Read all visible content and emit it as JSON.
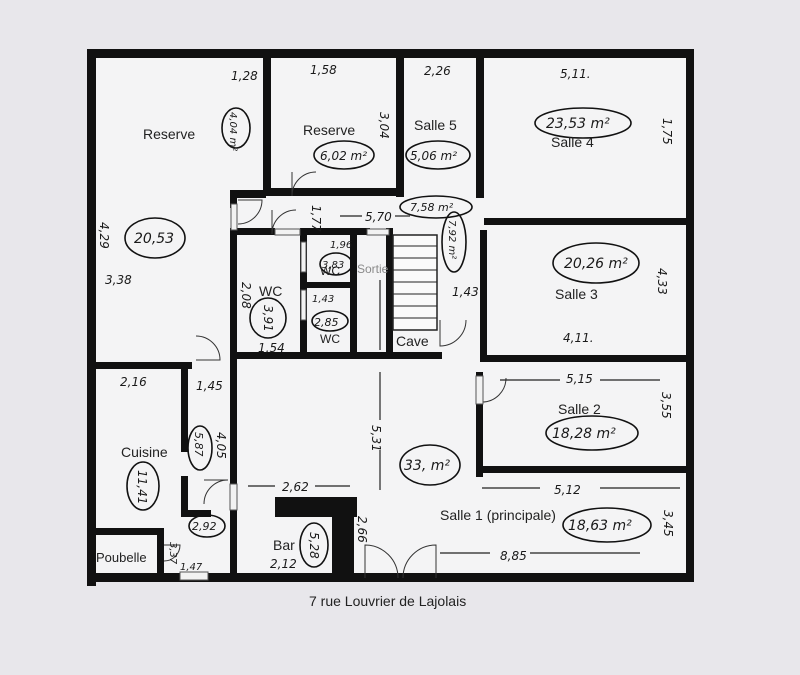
{
  "rooms": {
    "reserve_left": "Reserve",
    "reserve_mid": "Reserve",
    "salle5": "Salle 5",
    "salle4": "Salle 4",
    "wc_top": "WC",
    "sortie": "Sortie",
    "wc_left": "WC",
    "wc_small": "WC",
    "cave": "Cave",
    "salle3": "Salle 3",
    "salle2": "Salle 2",
    "cuisine": "Cuisine",
    "bar": "Bar",
    "salle1": "Salle 1 (principale)",
    "poubelle": "Poubelle"
  },
  "dimensions": {
    "d1": "1,28",
    "d2": "1,58",
    "d3": "2,26",
    "d4": "5,11.",
    "d5": "3,04",
    "d6": "1,75",
    "d7": "1,77",
    "d8": "5,70",
    "d9": "4,29",
    "d10": "3,38",
    "d11": "1,96",
    "d12": "1,43",
    "d13": "2,08",
    "d14": "1,54",
    "d15": "1,43",
    "d16": "4,33",
    "d17": "4,11.",
    "d18": "2,16",
    "d19": "1,45",
    "d20": "4,05",
    "d21": "5,15",
    "d22": "3,55",
    "d23": "5,31",
    "d24": "2,62",
    "d25": "5,12",
    "d26": "2,66",
    "d27": "3,45",
    "d28": "8,85",
    "d29": "2,12",
    "d30": "1,47",
    "d31": "3,37"
  },
  "areas": {
    "a_reserve_left_narrow": "4,04 m²",
    "a_reserve_mid": "6,02 m²",
    "a_salle5": "5,06 m²",
    "a_salle4": "23,53 m²",
    "a_corridor": "7,58 m²",
    "a_reserve_left": "20,53",
    "a_wc_top": "3,83",
    "a_stairs": "7,92 m²",
    "a_salle3": "20,26 m²",
    "a_wc_left": "3,91",
    "a_wc_small": "2,85",
    "a_cuisine": "11,41",
    "a_cuisine_corr": "5,87",
    "a_hall": "33, m²",
    "a_salle2": "18,28 m²",
    "a_bar": "5,28",
    "a_salle1": "18,63 m²",
    "a_poubelle_corr": "2,92"
  },
  "caption": "7 rue Louvrier de Lajolais"
}
